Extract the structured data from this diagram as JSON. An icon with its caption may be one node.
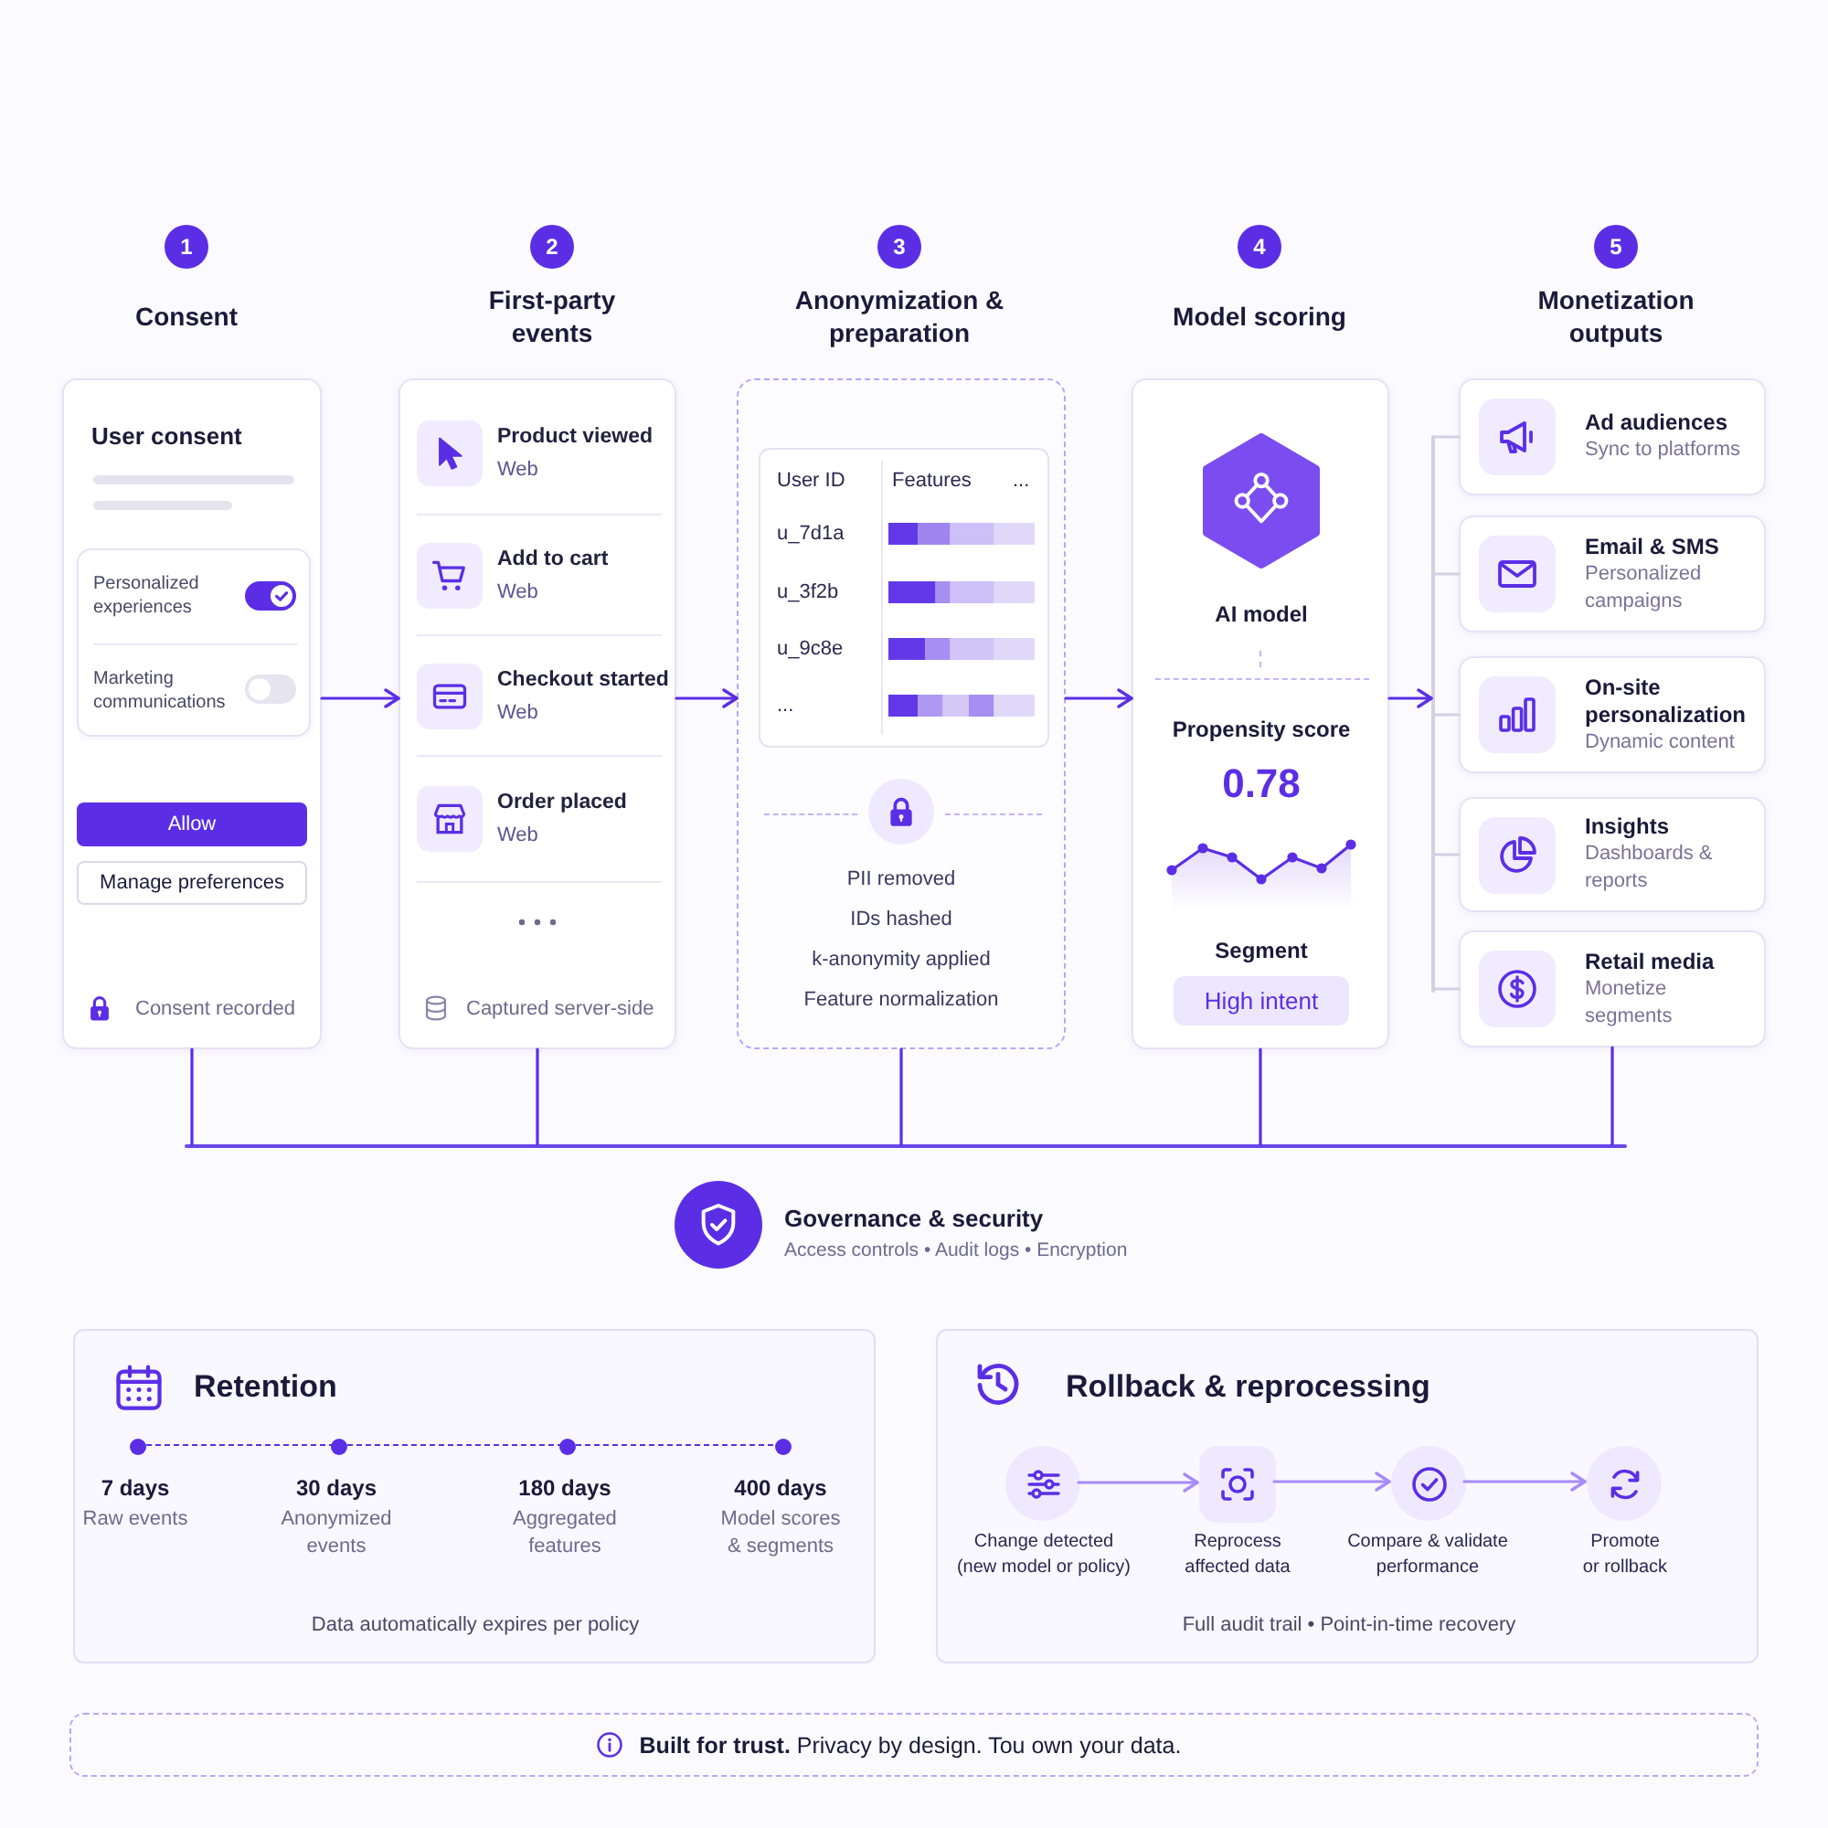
{
  "diagram": {
    "nodes": [
      {
        "text": [
          "1"
        ],
        "beside": [
          "Consent"
        ]
      },
      {
        "text": [
          "2"
        ],
        "beside": [
          "First-party events"
        ]
      },
      {
        "text": [
          "3"
        ],
        "beside": [
          "Anonymization & preparation"
        ]
      },
      {
        "text": [
          "4"
        ],
        "beside": [
          "Model scoring"
        ]
      },
      {
        "text": [
          "5"
        ],
        "beside": [
          "Monetization outputs"
        ]
      },
      {
        "text": [
          "User consent",
          "Consent recorded"
        ]
      },
      {
        "text": [
          "Personalized experiences",
          "Marketing communications"
        ],
        "in": 5
      },
      {
        "text": [
          "Allow"
        ],
        "in": 5
      },
      {
        "text": [
          "Manage preferences"
        ],
        "in": 5
      },
      {
        "text": [
          "Product viewed",
          "Web",
          "Add to cart",
          "Web",
          "Checkout started",
          "Web",
          "Order placed",
          "Web",
          "Captured server-side"
        ]
      },
      {
        "text": [
          "PII removed",
          "IDs hashed",
          "k-anonymity applied",
          "Feature normalization"
        ]
      },
      {
        "text": [
          "User ID",
          "Features",
          "...",
          "u_7d1a",
          "u_3f2b",
          "u_9c8e",
          "..."
        ],
        "in": 10
      },
      {
        "text": [
          "AI model",
          "Propensity score",
          "0.78",
          "Segment"
        ]
      },
      {
        "text": [
          "High intent"
        ],
        "in": 12
      },
      {
        "text": [
          "Ad audiences",
          "Sync to platforms"
        ]
      },
      {
        "text": [
          "Email & SMS",
          "Personalized campaigns"
        ]
      },
      {
        "text": [
          "On-site personalization",
          "Dynamic content"
        ]
      },
      {
        "text": [
          "Insights",
          "Dashboards & reports"
        ]
      },
      {
        "text": [
          "Retail media",
          "Monetize segments"
        ]
      },
      {
        "text": [
          "Retention",
          "Data automatically expires per policy"
        ]
      },
      {
        "text": [
          "Rollback & reprocessing",
          "Full audit trail • Point-in-time recovery"
        ]
      },
      {
        "text": [],
        "shape": "circle",
        "beside": [
          "Change detected (new model or policy)"
        ],
        "in": 20
      },
      {
        "text": [],
        "shape": "box",
        "beside": [
          "Reprocess affected data"
        ],
        "in": 20
      },
      {
        "text": [],
        "shape": "circle",
        "beside": [
          "Compare & validate performance"
        ],
        "in": 20
      },
      {
        "text": [],
        "shape": "circle",
        "beside": [
          "Promote or rollback"
        ],
        "in": 20
      },
      {
        "text": [
          "**Built for trust.** Privacy by design. Tou own your data."
        ]
      },
      {
        "text": [],
        "shape": "bar"
      },
      {
        "text": [],
        "shape": "bar"
      }
    ],
    "edges": [
      {
        "from": 5,
        "to": 9,
        "arrow": "to"
      },
      {
        "from": 9,
        "to": 10,
        "arrow": "to"
      },
      {
        "from": 10,
        "to": 12,
        "arrow": "to"
      },
      {
        "from": 12,
        "to": 26,
        "arrow": "to"
      },
      {
        "from": 21,
        "to": 22,
        "arrow": "to",
        "color": "#a78bfa"
      },
      {
        "from": 22,
        "to": 23,
        "arrow": "to",
        "color": "#a78bfa"
      },
      {
        "from": 23,
        "to": 24,
        "arrow": "to",
        "color": "#a78bfa"
      },
      {
        "from": 26,
        "to": 14,
        "arrow": "none",
        "color": "#d4d0e4"
      },
      {
        "from": 26,
        "to": 15,
        "arrow": "none",
        "color": "#d4d0e4"
      },
      {
        "from": 26,
        "to": 16,
        "arrow": "none",
        "color": "#d4d0e4"
      },
      {
        "from": 26,
        "to": 17,
        "arrow": "none",
        "color": "#d4d0e4"
      },
      {
        "from": 26,
        "to": 18,
        "arrow": "none",
        "color": "#d4d0e4"
      },
      {
        "from": 5,
        "to": 27,
        "arrow": "none"
      },
      {
        "from": 9,
        "to": 27,
        "arrow": "none"
      },
      {
        "from": 10,
        "to": 27,
        "arrow": "none"
      },
      {
        "from": 12,
        "to": 27,
        "arrow": "none"
      },
      {
        "from": 18,
        "to": 27,
        "arrow": "none"
      }
    ],
    "labels": [
      "Governance & security",
      "Access controls • Audit logs • Encryption",
      "7 days",
      "Raw events",
      "30 days",
      "Anonymized events",
      "180 days",
      "Aggregated features",
      "400 days",
      "Model scores & segments"
    ]
  }
}
